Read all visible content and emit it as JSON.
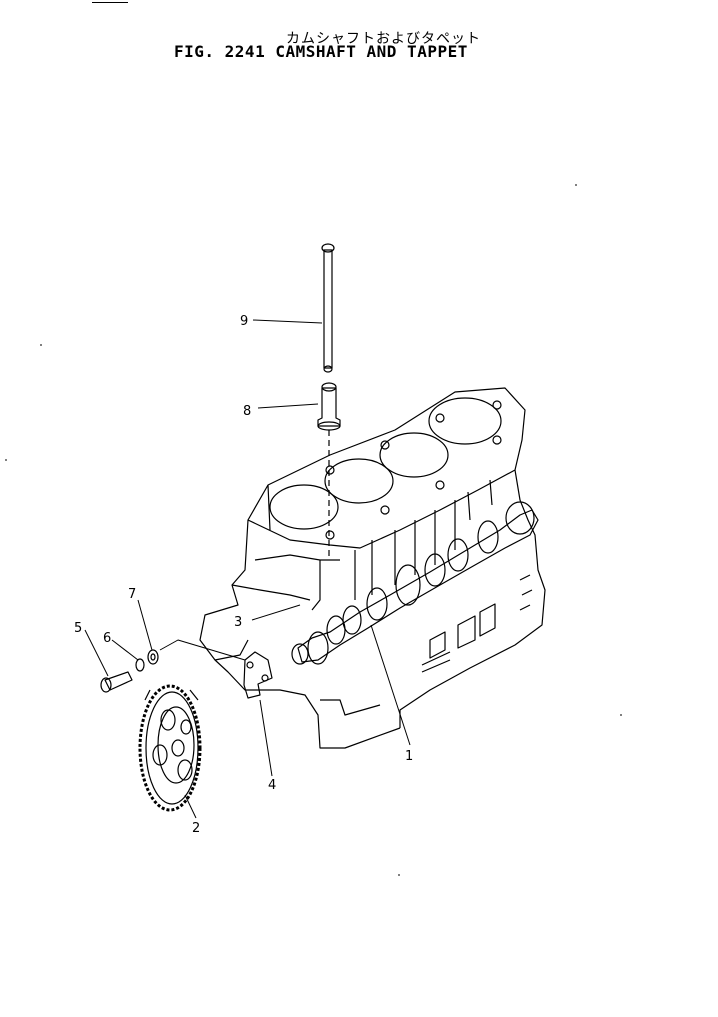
{
  "title": {
    "japanese": "カムシャフトおよびタペット",
    "english": "FIG. 2241  CAMSHAFT AND TAPPET"
  },
  "callouts": [
    "1",
    "2",
    "3",
    "4",
    "5",
    "6",
    "7",
    "8",
    "9"
  ]
}
